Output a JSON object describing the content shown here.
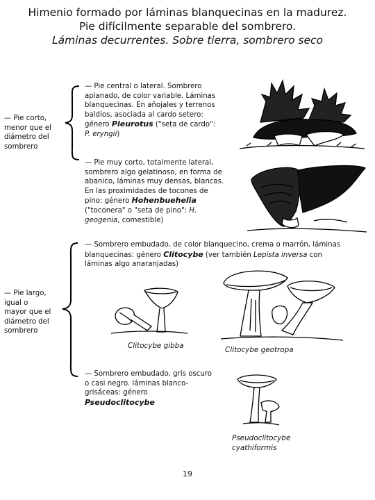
{
  "header": {
    "line1": "Himenio formado por láminas blanquecinas en la madurez.",
    "line2": "Pie difícilmente separable del sombrero.",
    "line3": "Láminas decurrentes. Sobre tierra, sombrero seco"
  },
  "key1": {
    "lead": "— Pie corto,",
    "lines": [
      "menor que el",
      "diámetro del",
      "sombrero"
    ],
    "a": {
      "lines": [
        "— Pie central o lateral. Sombrero",
        "aplanado, de color variable. Láminas",
        "blanquecinas. En añojales y terrenos",
        "baldíos, asociada al cardo setero:"
      ],
      "genus_prefix": "género ",
      "genus": "Pleurotus",
      "genus_suffix": " (\"seta de cardo\":",
      "species": "P. eryngii",
      "species_suffix": ")"
    },
    "b": {
      "lines": [
        "— Pie muy corto, totalmente lateral,",
        "sombrero algo gelatinoso, en forma de",
        "abanico, láminas muy densas, blancas.",
        "En las proximidades de tocones de"
      ],
      "genus_prefix": "pino: género ",
      "genus": "Hohenbuehelia",
      "line6_prefix": "(\"toconera\" o \"seta de pino\": ",
      "line6_species": "H.",
      "line7_species": "geogenia",
      "line7_suffix": ", comestible)"
    }
  },
  "key2": {
    "lines": [
      "— Pie largo,",
      "igual o",
      "mayor que el",
      "diámetro del",
      "sombrero"
    ],
    "a": {
      "line1": "— Sombrero embudado, de color blanquecino, crema o marrón, láminas",
      "line2_prefix": "blanquecinas: género ",
      "genus": "Clitocybe",
      "line2_suffix": " (ver también ",
      "line2_species": "Lepista inversa",
      "line2_end": " con",
      "line3": "láminas algo anaranjadas)"
    },
    "b": {
      "lines": [
        "— Sombrero embudado, gris oscuro",
        "o casi negro. láminas blanco-",
        "grisáceas: género"
      ],
      "genus": "Pseudoclitocybe"
    }
  },
  "captions": {
    "gibba": "Clitocybe gibba",
    "geotropa": "Clitocybe geotropa",
    "pseudo1": "Pseudoclitocybe",
    "pseudo2": "cyathiformis"
  },
  "page_number": "19"
}
